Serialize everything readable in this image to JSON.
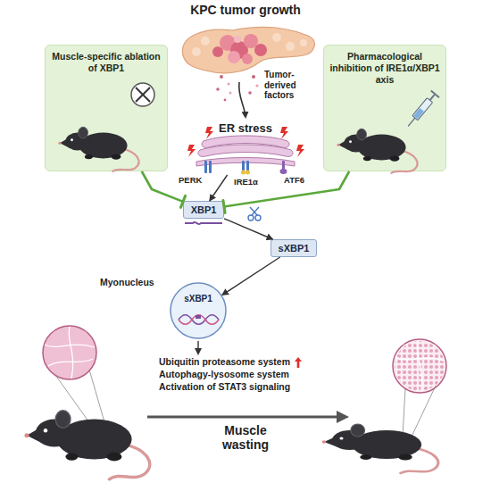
{
  "diagram": {
    "title": "KPC tumor growth",
    "nodes": [
      {
        "text": [
          "Muscle-specific ablation of XBP1"
        ]
      },
      {
        "text": [
          "Pharmacological inhibition of IRE1α/XBP1 axis"
        ]
      },
      {
        "text": [
          "ER stress"
        ]
      },
      {
        "text": [
          "XBP1"
        ]
      },
      {
        "text": [
          "sXBP1"
        ]
      },
      {
        "text": [
          "Myonucleus",
          "sXBP1"
        ]
      }
    ],
    "edges": [
      {
        "from": 0,
        "to": 3,
        "arrow": "none"
      },
      {
        "from": 1,
        "to": 3,
        "arrow": "none"
      },
      {
        "from": 2,
        "to": 3,
        "arrow": "to"
      },
      {
        "from": 3,
        "to": 4,
        "arrow": "to"
      },
      {
        "from": 4,
        "to": 5,
        "arrow": "to"
      }
    ],
    "labels": [
      "Tumor-derived factors",
      "PERK",
      "IRE1α",
      "ATF6",
      "Ubiquitin proteasome system",
      "Autophagy-lysosome system",
      "Activation of STAT3 signaling",
      "Muscle wasting"
    ]
  }
}
